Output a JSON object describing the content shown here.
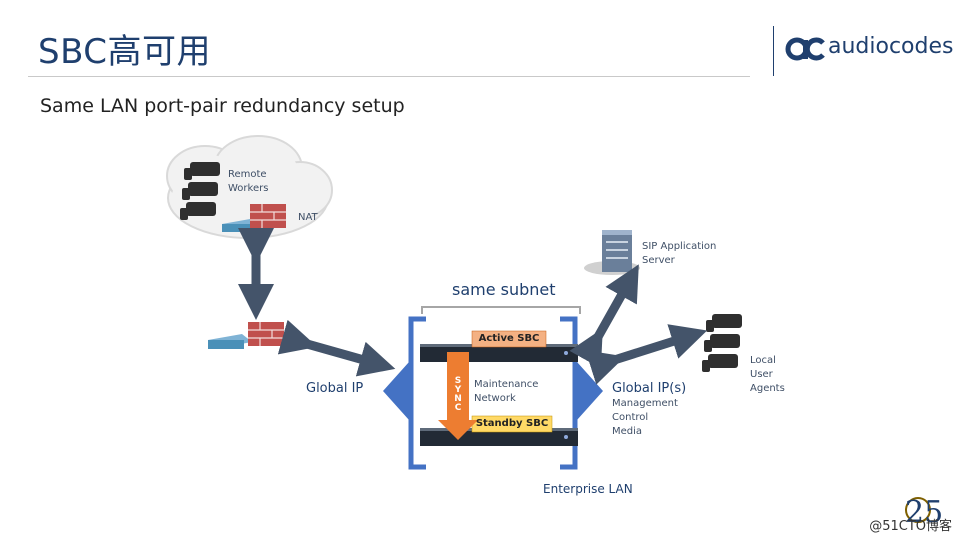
{
  "header": {
    "title": "SBC高可用",
    "brand": "audiocodes"
  },
  "subtitle": "Same LAN port-pair redundancy setup",
  "diagram": {
    "remote_workers": [
      "Remote",
      "Workers"
    ],
    "nat": "NAT",
    "sip_server": [
      "SIP Application",
      "Server"
    ],
    "same_subnet": "same subnet",
    "active_sbc": "Active SBC",
    "standby_sbc": "Standby SBC",
    "sync": "SYNC",
    "maintenance_network": [
      "Maintenance",
      "Network"
    ],
    "global_ip_left": "Global IP",
    "global_ip_right": "Global IP(s)",
    "services": [
      "Management",
      "Control",
      "Media"
    ],
    "local_agents": [
      "Local",
      "User",
      "Agents"
    ],
    "enterprise_lan": "Enterprise LAN"
  },
  "colors": {
    "primary": "#1f3f6e",
    "arrow": "#44546a",
    "lan_blue": "#4472c4",
    "active_orange": "#f4b183",
    "standby_yellow": "#ffd966",
    "sync_orange": "#ed7d31",
    "firewall_red": "#c0504d"
  },
  "footer": {
    "anniversary": "25",
    "watermark": "@51CTO博客"
  }
}
